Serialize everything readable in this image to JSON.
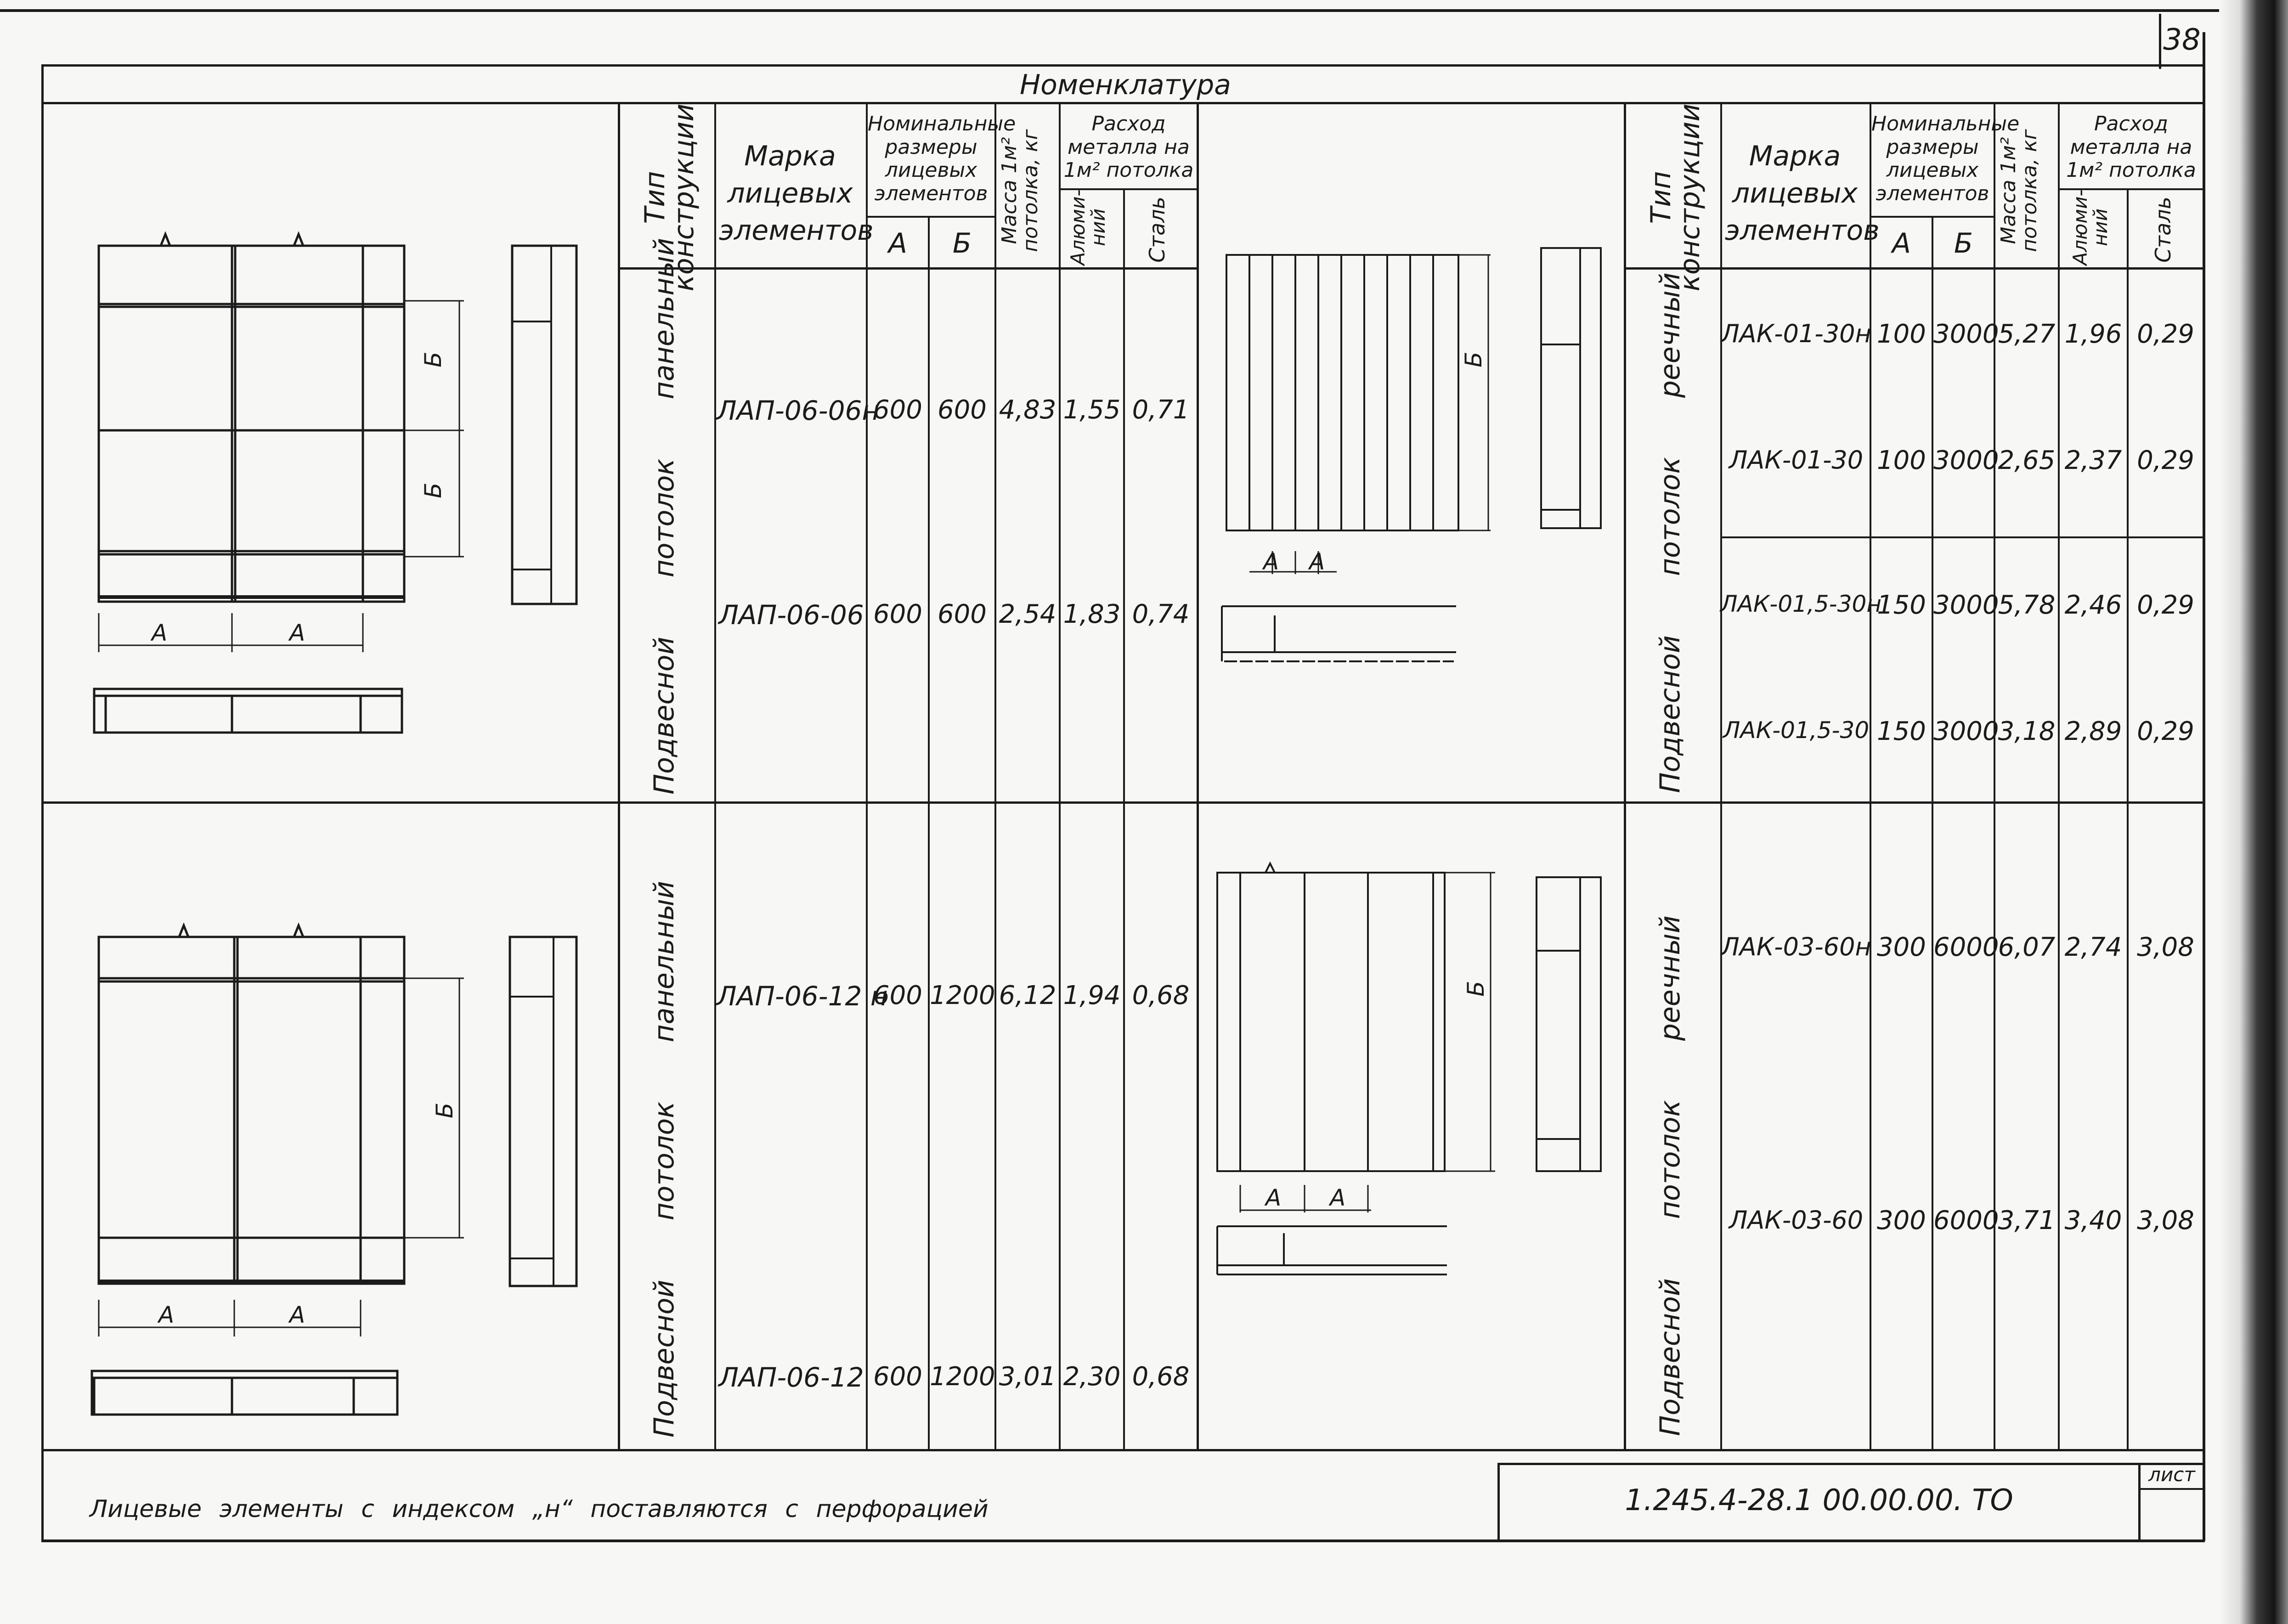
{
  "sheet": {
    "title": "Номенклатура",
    "page_num": "38",
    "doc_code": "1.245.4-28.1 00.00.00. ТО",
    "sheet_label": "лист",
    "note": "Лицевые элементы с индексом „н“ поставляются с перфорацией"
  },
  "headers": {
    "type": "Тип конструкции",
    "mark": "Марка лицевых элементов",
    "nominal": "Номинальные размеры лицевых элементов",
    "col_a": "А",
    "col_b": "Б",
    "mass": "Масса 1м² потолка, кг",
    "consumption": "Расход металла на 1м² потолка",
    "alum": "Алюми-ний",
    "steel": "Сталь"
  },
  "groups": [
    {
      "type": "Подвесной потолок панельный"
    },
    {
      "type": "Подвесной потолок панельный"
    },
    {
      "type": "Подвесной потолок реечный"
    },
    {
      "type": "Подвесной потолок реечный"
    }
  ],
  "left_rows": [
    {
      "mark": "ЛАП-06-06н",
      "a": "600",
      "b": "600",
      "mass": "4,83",
      "alum": "1,55",
      "steel": "0,71"
    },
    {
      "mark": "ЛАП-06-06",
      "a": "600",
      "b": "600",
      "mass": "2,54",
      "alum": "1,83",
      "steel": "0,74"
    },
    {
      "mark": "ЛАП-06-12 н",
      "a": "600",
      "b": "1200",
      "mass": "6,12",
      "alum": "1,94",
      "steel": "0,68"
    },
    {
      "mark": "ЛАП-06-12",
      "a": "600",
      "b": "1200",
      "mass": "3,01",
      "alum": "2,30",
      "steel": "0,68"
    }
  ],
  "right_rows": [
    {
      "mark": "ЛАК-01-30н",
      "a": "100",
      "b": "3000",
      "mass": "5,27",
      "alum": "1,96",
      "steel": "0,29"
    },
    {
      "mark": "ЛАК-01-30",
      "a": "100",
      "b": "3000",
      "mass": "2,65",
      "alum": "2,37",
      "steel": "0,29"
    },
    {
      "mark": "ЛАК-01,5-30н",
      "a": "150",
      "b": "3000",
      "mass": "5,78",
      "alum": "2,46",
      "steel": "0,29"
    },
    {
      "mark": "ЛАК-01,5-30",
      "a": "150",
      "b": "3000",
      "mass": "3,18",
      "alum": "2,89",
      "steel": "0,29"
    },
    {
      "mark": "ЛАК-03-60н",
      "a": "300",
      "b": "6000",
      "mass": "6,07",
      "alum": "2,74",
      "steel": "3,08"
    },
    {
      "mark": "ЛАК-03-60",
      "a": "300",
      "b": "6000",
      "mass": "3,71",
      "alum": "3,40",
      "steel": "3,08"
    }
  ],
  "dims": {
    "a": "А",
    "b": "Б"
  }
}
